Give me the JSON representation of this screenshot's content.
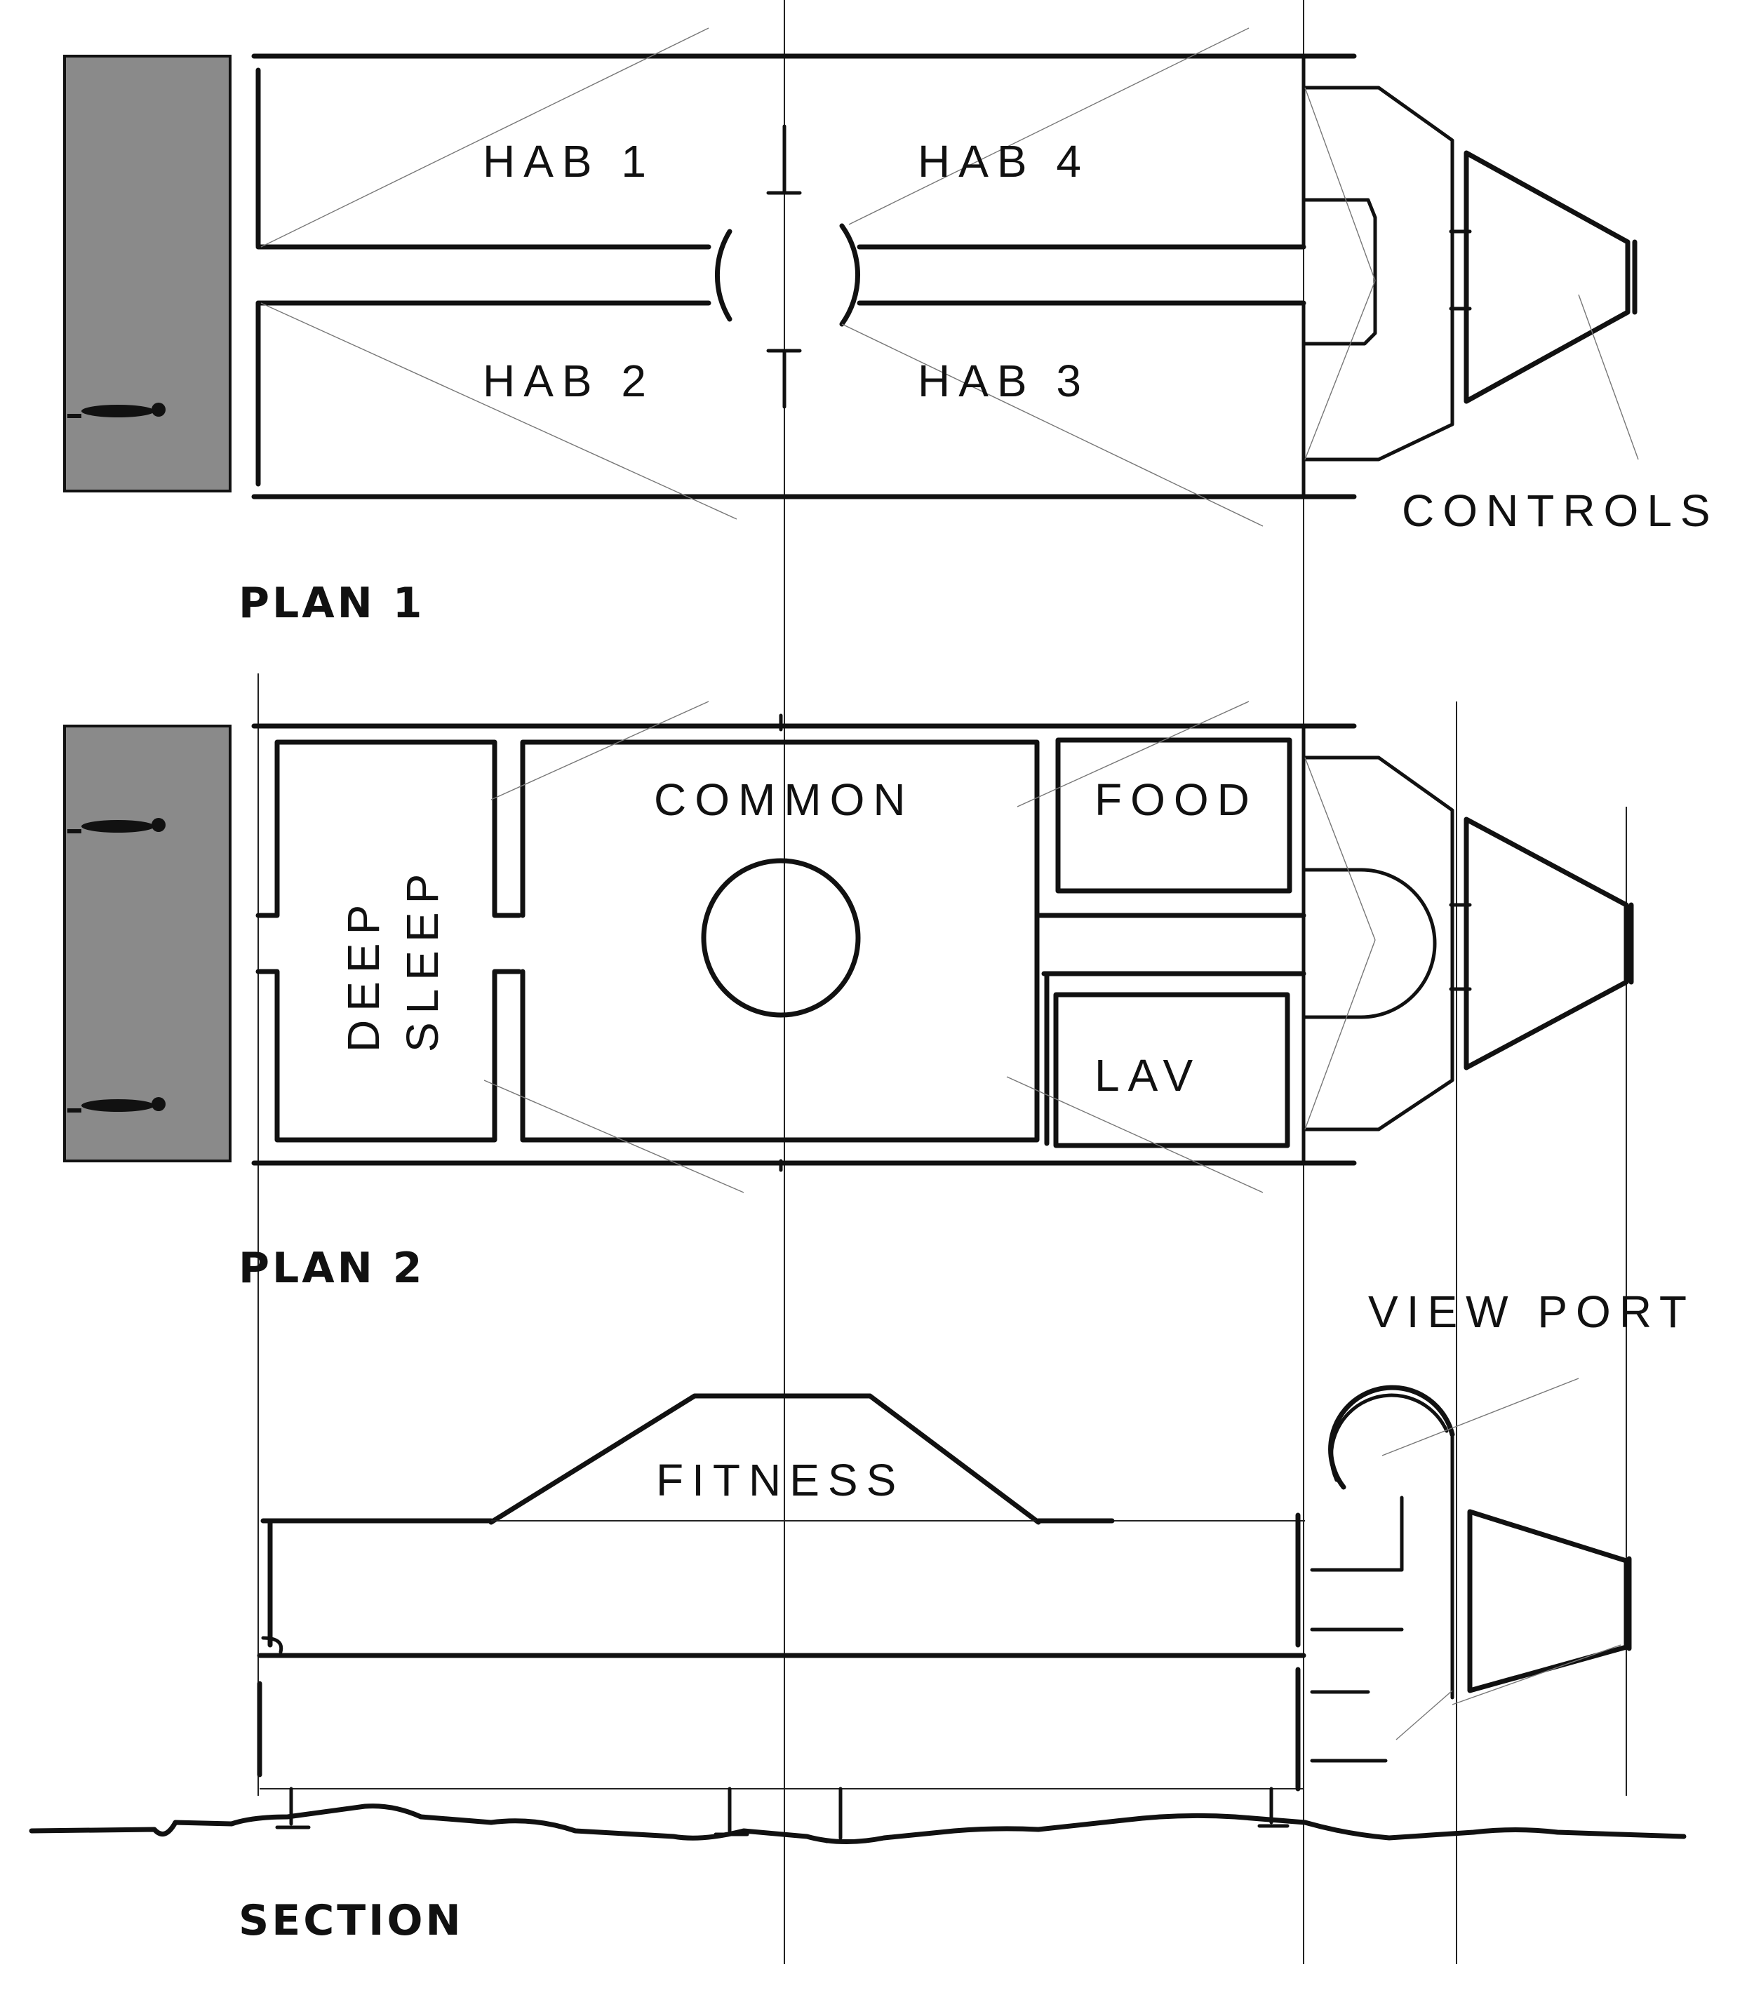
{
  "plan1": {
    "rooms": {
      "hab1": "HAB 1",
      "hab2": "HAB 2",
      "hab3": "HAB 3",
      "hab4": "HAB 4"
    },
    "controls": "CONTROLS",
    "title": "PLAN 1"
  },
  "plan2": {
    "rooms": {
      "deep_sleep_1": "DEEP",
      "deep_sleep_2": "SLEEP",
      "common": "COMMON",
      "food": "FOOD",
      "lav": "LAV"
    },
    "title": "PLAN 2"
  },
  "section": {
    "fitness": "FITNESS",
    "view_port": "VIEW PORT",
    "title": "SECTION"
  },
  "colors": {
    "ink": "#111111",
    "scale_panel": "#8a8a8a",
    "background": "#ffffff"
  }
}
